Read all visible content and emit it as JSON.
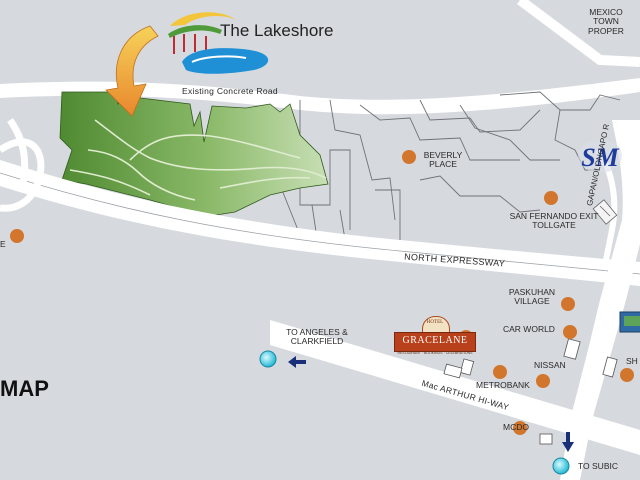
{
  "brand": {
    "name": "The Lakeshore"
  },
  "title": "MAP",
  "roads": {
    "concrete": "Existing Concrete Road",
    "expressway": "NORTH EXPRESSWAY",
    "macarthur": "Mac ARTHUR HI-WAY",
    "gapan": "GAPAN/OLONGAPO R"
  },
  "places": {
    "mexico": "MEXICO TOWN PROPER",
    "beverly": "BEVERLY PLACE",
    "tollgate": "SAN FERNANDO EXIT TOLLGATE",
    "paskuhan": "PASKUHAN VILLAGE",
    "carworld": "CAR WORLD",
    "nissan": "NISSAN",
    "metrobank": "METROBANK",
    "mcdo": "MCDO",
    "shell": "SH",
    "left_e": "E"
  },
  "directions": {
    "angeles": "TO ANGELES & CLARKFIELD",
    "subic": "TO SUBIC"
  },
  "hotel": {
    "name": "GRACELANE",
    "tag": "HOTEL",
    "sub": "RESTAURANT · BOOKINGS · CELEBRATIONS"
  },
  "sm_logo": "SM",
  "colors": {
    "background": "#d6d9de",
    "road": "#ffffff",
    "marker": "#d2762e",
    "development": "#6b9e46",
    "lake": "#1f8fd6",
    "direction": "#1a2f7a"
  }
}
